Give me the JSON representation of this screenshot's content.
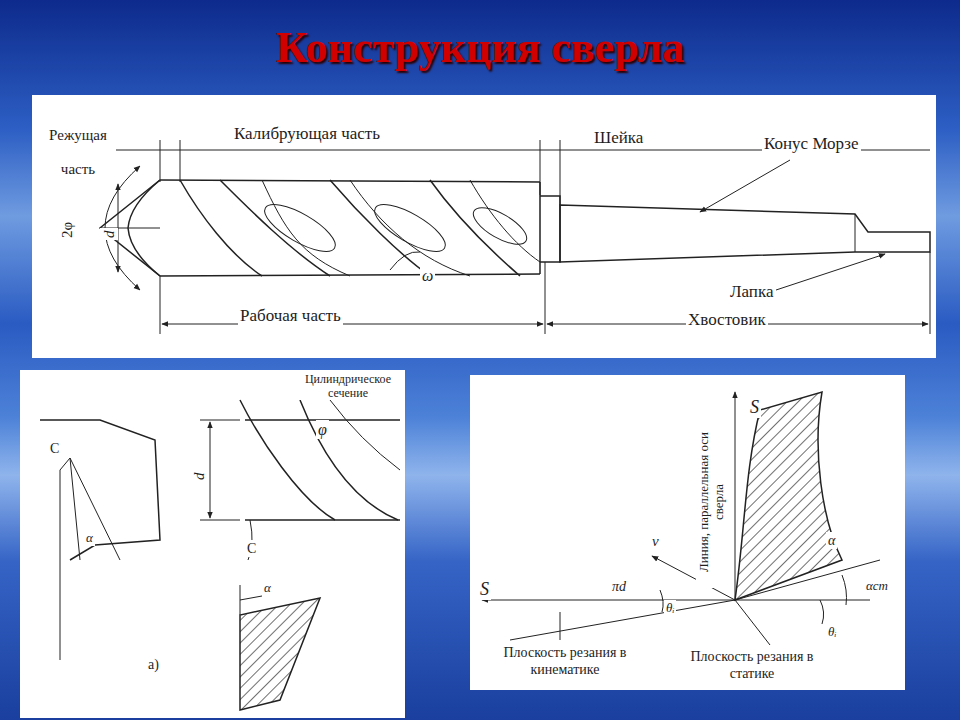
{
  "diagram": {
    "title": "Конструкция сверла",
    "labels": [
      "Режущая часть",
      "Калибрующая часть",
      "Шейка",
      "Конус Морзе",
      "2φ",
      "d",
      "ω",
      "Лапка",
      "Рабочая часть",
      "Хвостовик",
      "Цилиндрическое сечение",
      "C",
      "α",
      "φ",
      "d",
      "C",
      "α",
      "а)",
      "S",
      "Линия, параллельная оси сверла",
      "v",
      "πd",
      "θᵢ",
      "S",
      "α",
      "αст",
      "θᵢ",
      "Плоскость резания в кинематике",
      "Плоскость резания в статике"
    ]
  }
}
